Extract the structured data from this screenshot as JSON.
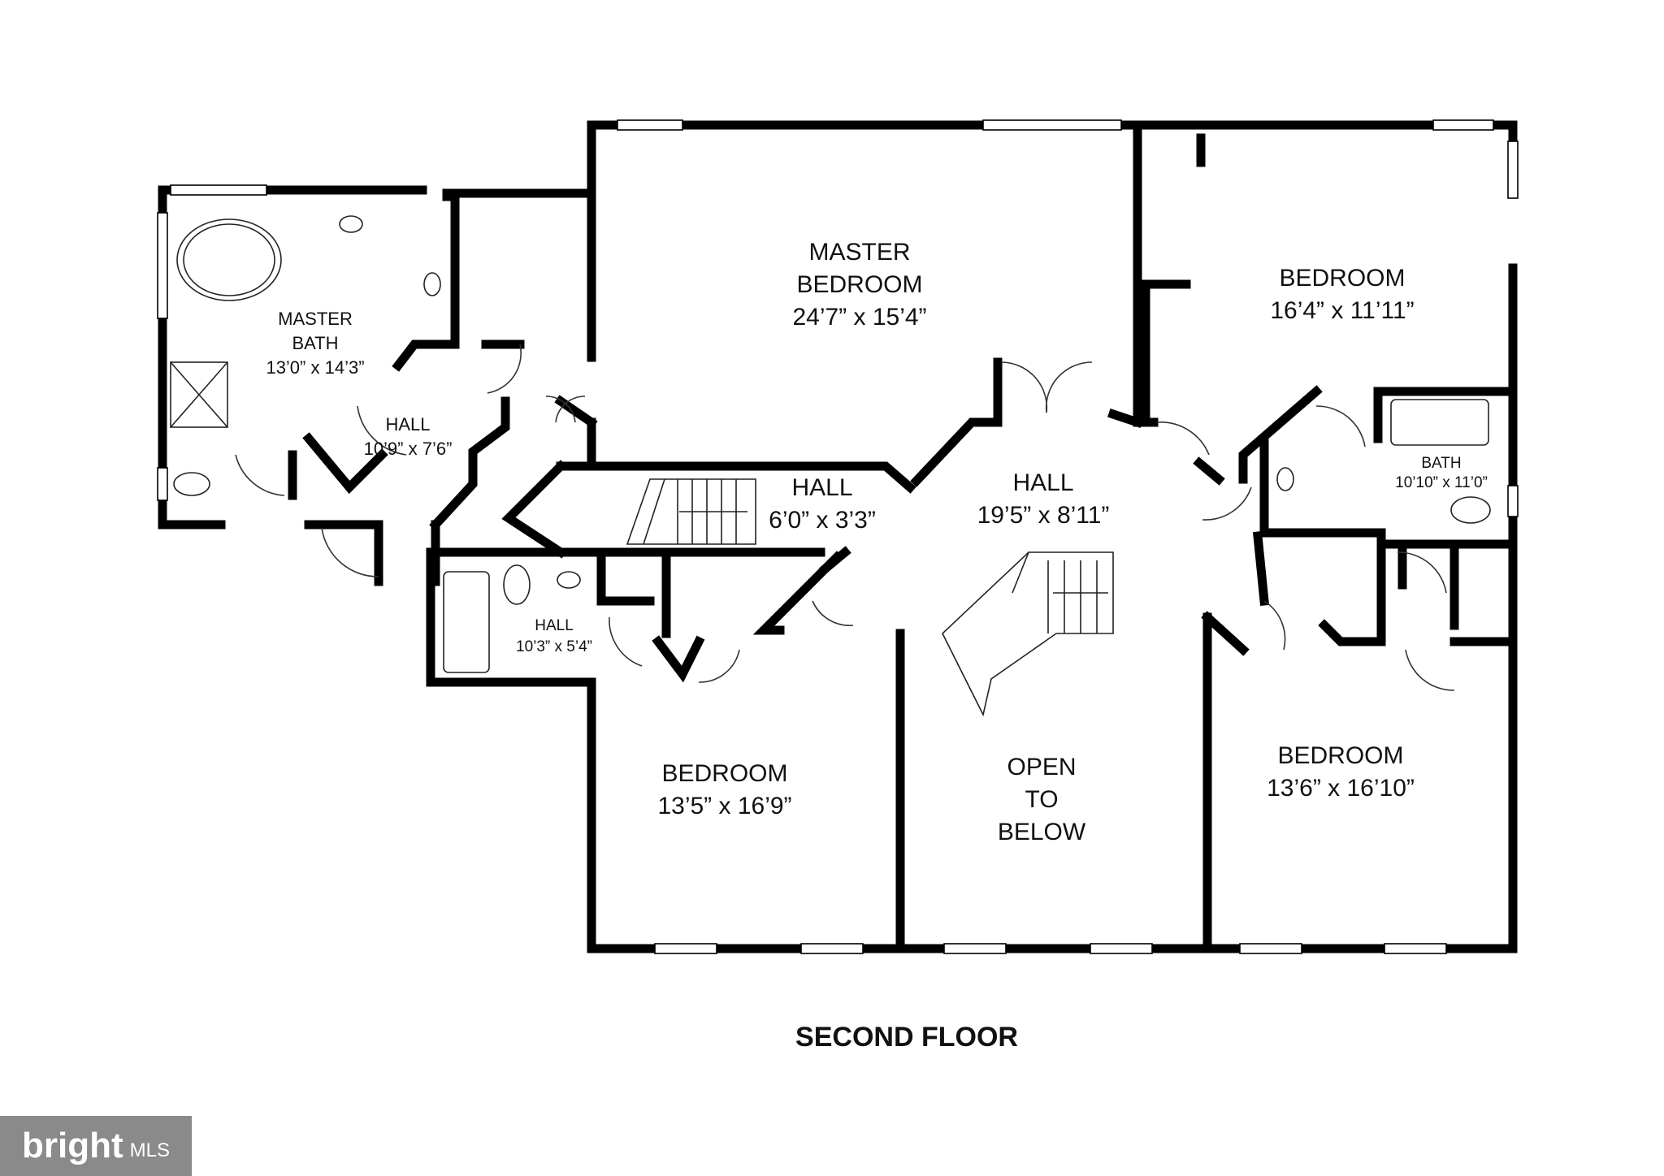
{
  "plan": {
    "floor_title": "SECOND FLOOR",
    "rooms": [
      {
        "name": "MASTER",
        "name2": "BEDROOM",
        "size": "24’7” x 15’4”"
      },
      {
        "name": "BEDROOM",
        "size": "16’4” x 11’11”"
      },
      {
        "name": "MASTER",
        "name2": "BATH",
        "size": "13’0” x 14’3”"
      },
      {
        "name": "HALL",
        "size": "10’9” x 7’6”"
      },
      {
        "name": "HALL",
        "size": "19’5” x 8’11”"
      },
      {
        "name": "HALL",
        "size": "6’0” x 3’3”"
      },
      {
        "name": "BATH",
        "size": "10’10” x 11’0”"
      },
      {
        "name": "HALL",
        "size": "10’3” x 5’4”"
      },
      {
        "name": "BEDROOM",
        "size": "13’5” x 16’9”"
      },
      {
        "name": "OPEN",
        "name2": "TO",
        "name3": "BELOW"
      },
      {
        "name": "BEDROOM",
        "size": "13’6” x 16’10”"
      }
    ]
  },
  "watermark": {
    "brand": "bright",
    "suffix": "MLS"
  }
}
